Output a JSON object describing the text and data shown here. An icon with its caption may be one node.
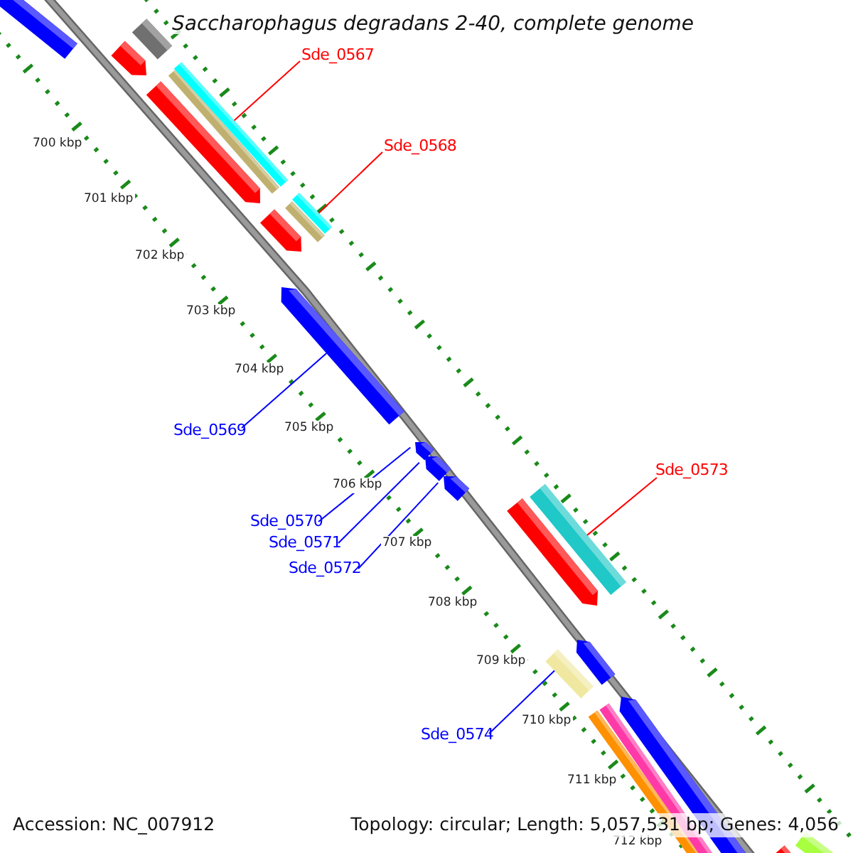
{
  "diagram": {
    "title": "Saccharophagus degradans 2-40, complete genome",
    "nodes": [
      {
        "text": [
          "Sde_0567"
        ]
      },
      {
        "text": [],
        "shape": "bar"
      },
      {
        "text": [
          "Sde_0568"
        ]
      },
      {
        "text": [],
        "shape": "bar"
      },
      {
        "text": [
          "Sde_0569"
        ]
      },
      {
        "text": [],
        "shape": "bar"
      },
      {
        "text": [
          "Sde_0570"
        ]
      },
      {
        "text": [],
        "shape": "bar"
      },
      {
        "text": [
          "Sde_0571"
        ]
      },
      {
        "text": [],
        "shape": "bar"
      },
      {
        "text": [
          "Sde_0572"
        ]
      },
      {
        "text": [],
        "shape": "bar"
      },
      {
        "text": [
          "Sde_0573"
        ]
      },
      {
        "text": [],
        "shape": "bar"
      },
      {
        "text": [
          "Sde_0574"
        ]
      },
      {
        "text": [],
        "shape": "bar"
      }
    ],
    "edges": [
      {
        "from": 0,
        "to": 1,
        "arrow": "none",
        "color": "#ff0000"
      },
      {
        "from": 2,
        "to": 3,
        "arrow": "none",
        "color": "#ff0000"
      },
      {
        "from": 4,
        "to": 5,
        "arrow": "none"
      },
      {
        "from": 6,
        "to": 7,
        "arrow": "none"
      },
      {
        "from": 8,
        "to": 9,
        "arrow": "none"
      },
      {
        "from": 10,
        "to": 11,
        "arrow": "none"
      },
      {
        "from": 12,
        "to": 13,
        "arrow": "none",
        "color": "#ff0000"
      },
      {
        "from": 14,
        "to": 15,
        "arrow": "none"
      }
    ],
    "labels": [
      "700 kbp",
      "701 kbp",
      "702 kbp",
      "703 kbp",
      "704 kbp",
      "705 kbp",
      "706 kbp",
      "707 kbp",
      "708 kbp",
      "709 kbp",
      "710 kbp",
      "711 kbp",
      "712 kbp",
      "Accession: NC_007912",
      "Topology: circular; Length: 5,057,531 bp; Genes: 4,056"
    ]
  }
}
